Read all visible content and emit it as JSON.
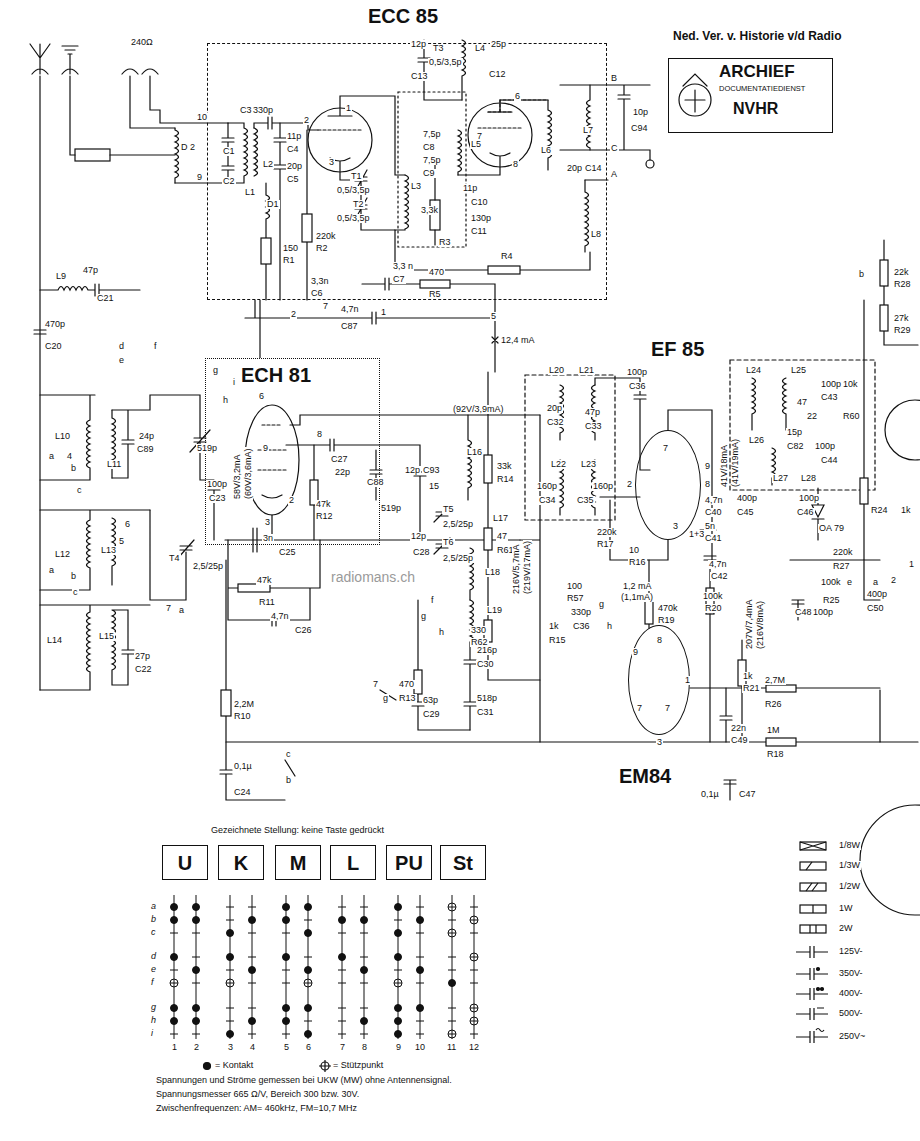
{
  "diagram": {
    "nodes": [
      {
        "text": [
          "ECC 85"
        ]
      },
      {
        "text": [
          "ARCHIEF",
          "DOCUMENTATIEDIENST",
          "NVHR"
        ]
      },
      {
        "text": [
          "ECH 81"
        ]
      },
      {
        "text": [
          "EF 85"
        ]
      },
      {
        "text": [
          "EM84"
        ]
      },
      {
        "text": [
          "U"
        ]
      },
      {
        "text": [
          "K"
        ]
      },
      {
        "text": [
          "M"
        ]
      },
      {
        "text": [
          "L"
        ]
      },
      {
        "text": [
          "PU"
        ]
      },
      {
        "text": [
          "St"
        ]
      }
    ],
    "edges": [
      {
        "from": 0,
        "to": 2,
        "arrow": "none"
      }
    ],
    "labels": [
      "Ned. Ver. v. Historie v/d Radio",
      "240Ω",
      "10",
      "9",
      "D 2",
      "C1",
      "C2",
      "C3",
      "330p",
      "L2",
      "L1",
      "11p",
      "C4",
      "20p",
      "C5",
      "2",
      "1",
      "3",
      "T1",
      "0,5/3,5p",
      "T2",
      "0,5/3,5p",
      "D1",
      "150",
      "R1",
      "220k",
      "R2",
      "3,3n",
      "C6",
      "3,3 n",
      "C7",
      "470",
      "R5",
      "4,7n",
      "C87",
      "2",
      "7",
      "1",
      "5",
      "12,4 mA",
      "L3",
      "3,3k",
      "R3",
      "7,5p",
      "C8",
      "7,5p",
      "C9",
      "L5",
      "11p",
      "C10",
      "130p",
      "C11",
      "12p",
      "C13",
      "T3",
      "0,5/3,5p",
      "L4",
      "25p",
      "C12",
      "7",
      "6",
      "8",
      "L6",
      "L7",
      "10p",
      "C94",
      "B",
      "C",
      "A",
      "20p",
      "C14",
      "L8",
      "R4",
      "L9",
      "47p",
      "C21",
      "470p",
      "C20",
      "d",
      "e",
      "f",
      "L10",
      "L11",
      "24p",
      "C89",
      "a",
      "4",
      "b",
      "c",
      "g",
      "h",
      "i",
      "519p",
      "100p",
      "C23",
      "T4",
      "2,5/25p",
      "6",
      "5",
      "L12",
      "L13",
      "a",
      "b",
      "c",
      "7",
      "a",
      "L14",
      "L15",
      "27p",
      "C22",
      "6",
      "8",
      "9",
      "2",
      "3",
      "58V/3,2mA",
      "(60V/3,6mA)",
      "3n",
      "C25",
      "47k",
      "R12",
      "C27",
      "22p",
      "C88",
      "519p",
      "12p",
      "C93",
      "15",
      "T5",
      "2,5/25p",
      "L16",
      "12p",
      "C28",
      "T6",
      "2,5/25p",
      "L18",
      "L17",
      "(92V/3,9mA)",
      "33k",
      "R14",
      "47",
      "R61",
      "216V/5,7mA",
      "(219V/17mA)",
      "330",
      "R62",
      "1k",
      "R15",
      "47k",
      "R11",
      "4,7n",
      "C26",
      "2,2M",
      "R10",
      "0,1µ",
      "C24",
      "c",
      "b",
      "470",
      "R13",
      "L19",
      "216p",
      "C30",
      "518p",
      "C31",
      "63p",
      "C29",
      "7",
      "g",
      "f",
      "g",
      "h",
      "100",
      "R57",
      "330p",
      "C36",
      "g",
      "h",
      "L20",
      "L21",
      "20p",
      "C32",
      "47p",
      "C33",
      "L22",
      "L23",
      "160p",
      "C34",
      "C35",
      "160p",
      "100p",
      "C36",
      "7",
      "9",
      "8",
      "2",
      "3",
      "1+3",
      "10",
      "R16",
      "220k",
      "R17",
      "4,7n",
      "C40",
      "5n",
      "C41",
      "4,7n",
      "C42",
      "100k",
      "R20",
      "470k",
      "R19",
      "1,2 mA",
      "(1,1mA)",
      "41V/18mA",
      "(41V/19mA)",
      "207V/7,4mA",
      "(216V/8mA)",
      "1k",
      "R21",
      "2,7M",
      "R26",
      "22n",
      "C49",
      "1M",
      "R18",
      "0,1µ",
      "C47",
      "9",
      "8",
      "1",
      "7",
      "7",
      "3",
      "L24",
      "L25",
      "100p",
      "C43",
      "10k",
      "R60",
      "47",
      "22",
      "15p",
      "C82",
      "100p",
      "C44",
      "L26",
      "L27",
      "L28",
      "400p",
      "C45",
      "100p",
      "C46",
      "OA 79",
      "220k",
      "R27",
      "100k",
      "R25",
      "C48",
      "100p",
      "400p",
      "C50",
      "R24",
      "1k",
      "22k",
      "R28",
      "27k",
      "R29",
      "b",
      "e",
      "a",
      "2",
      "1",
      "radiomans.ch",
      "Gezeichnete Stellung: keine Taste gedrückt",
      "a",
      "b",
      "c",
      "d",
      "e",
      "f",
      "g",
      "h",
      "i",
      "1",
      "2",
      "3",
      "4",
      "5",
      "6",
      "7",
      "8",
      "9",
      "10",
      "11",
      "12",
      "= Kontakt",
      "= Stützpunkt",
      "Spannungen und Ströme gemessen bei UKW (MW) ohne Antennensignal.",
      "Spannungsmesser 665 Ω/V, Bereich 300 bzw. 30V.",
      "Zwischenfrequenzen: AM= 460kHz, FM=10,7 MHz"
    ],
    "legend": [
      {
        "text": "1/8W"
      },
      {
        "text": "1/3W"
      },
      {
        "text": "1/2W"
      },
      {
        "text": "1W"
      },
      {
        "text": "2W"
      },
      {
        "text": "125V-"
      },
      {
        "text": "350V-"
      },
      {
        "text": "400V-"
      },
      {
        "text": "500V-"
      },
      {
        "text": "250V~"
      }
    ]
  }
}
